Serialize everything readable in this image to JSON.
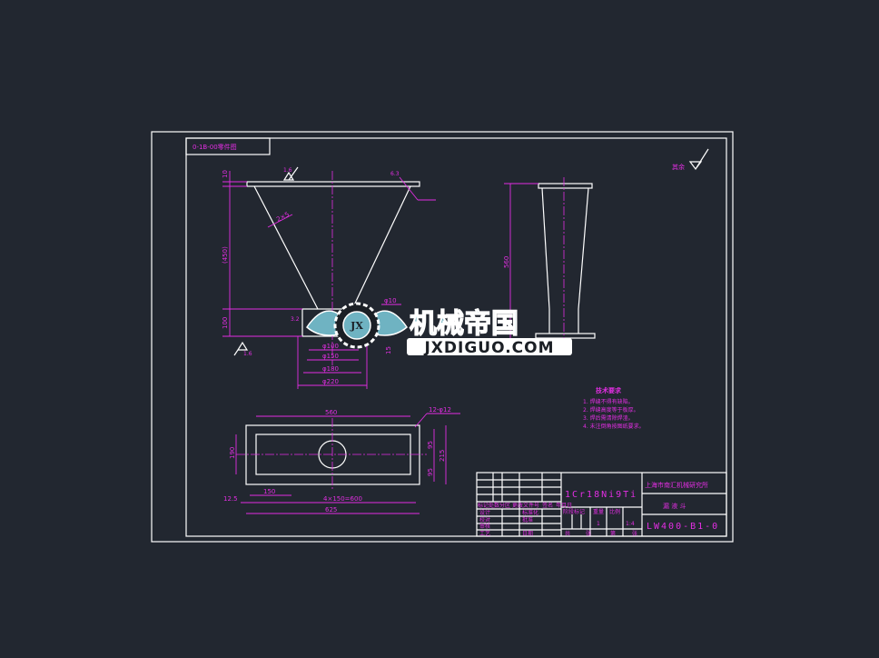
{
  "drawing": {
    "code_label": "0-1B-00零件图",
    "roughness_note": "其余",
    "roughness_value": "12.5",
    "front_view": {
      "dims": [
        "10",
        "(450)",
        "100",
        "2×5",
        "φ10",
        "φ100",
        "φ150",
        "φ180",
        "φ220",
        "15",
        "1.6",
        "1.6",
        "6.3",
        "3.2"
      ]
    },
    "side_view": {
      "dims": [
        "560"
      ]
    },
    "plan_view": {
      "dims": [
        "560",
        "12-φ12",
        "190",
        "95",
        "95",
        "215",
        "150",
        "4×150=600",
        "625",
        "12.5"
      ]
    },
    "tech_requirements": {
      "title": "技术要求",
      "items": [
        "1. 焊缝不得有缺陷。",
        "2. 焊缝高度等于板厚。",
        "3. 焊后需清除焊渣。",
        "4. 未注倒角按图纸要求。"
      ]
    },
    "title_block": {
      "material": "1Cr18Ni9Ti",
      "organization": "上海市南汇机械研究所",
      "part_name": "漏 液 斗",
      "drawing_number": "LW400-B1-0",
      "revision_header": [
        "标记",
        "处数",
        "分区",
        "更改文件号",
        "签名",
        "年月日"
      ],
      "roles": [
        "设计",
        "校对",
        "审核",
        "工艺"
      ],
      "role_right": [
        "标准化",
        "批准",
        "",
        "日期"
      ],
      "stage_header": [
        "阶段标记",
        "重量",
        "比例"
      ],
      "quantity": "1",
      "scale": "1:4",
      "sheet_row": [
        "共",
        "张",
        "第",
        "张"
      ]
    }
  },
  "watermark": {
    "title": "机械帝国",
    "url": "JXDIGUO.COM",
    "badge": "JX"
  },
  "colors": {
    "background": "#222730",
    "geometry": "#ffffff",
    "annotation": "#e22ee2",
    "logo": "#6fb3c2"
  }
}
